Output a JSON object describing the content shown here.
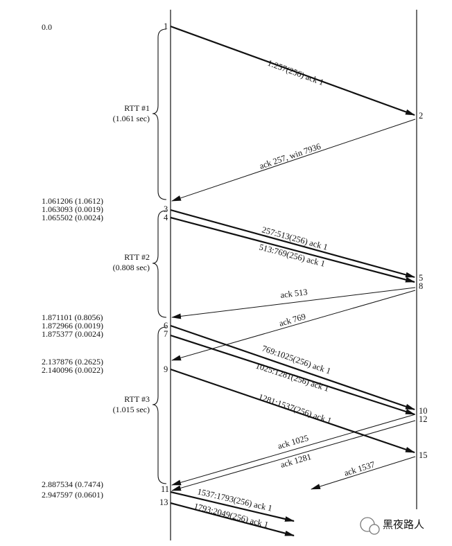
{
  "timestamps": [
    {
      "id": "t0",
      "text": "0.0"
    },
    {
      "id": "t1",
      "text": "1.061206 (1.0612)"
    },
    {
      "id": "t2",
      "text": "1.063093 (0.0019)"
    },
    {
      "id": "t3",
      "text": "1.065502 (0.0024)"
    },
    {
      "id": "t4",
      "text": "1.871101 (0.8056)"
    },
    {
      "id": "t5",
      "text": "1.872966 (0.0019)"
    },
    {
      "id": "t6",
      "text": "1.875377 (0.0024)"
    },
    {
      "id": "t7",
      "text": "2.137876 (0.2625)"
    },
    {
      "id": "t8",
      "text": "2.140096 (0.0022)"
    },
    {
      "id": "t9",
      "text": "2.887534 (0.7474)"
    },
    {
      "id": "t10",
      "text": "2.947597 (0.0601)"
    }
  ],
  "rtt_groups": [
    {
      "id": "rtt1",
      "label": "RTT #1",
      "duration": "(1.061 sec)"
    },
    {
      "id": "rtt2",
      "label": "RTT #2",
      "duration": "(0.808 sec)"
    },
    {
      "id": "rtt3",
      "label": "RTT #3",
      "duration": "(1.015 sec)"
    }
  ],
  "segment_numbers": [
    "1",
    "2",
    "3",
    "4",
    "5",
    "6",
    "7",
    "8",
    "9",
    "10",
    "11",
    "12",
    "13",
    "15"
  ],
  "messages": [
    {
      "id": "m1",
      "label": "1:257(256) ack 1",
      "direction": "sender-to-receiver"
    },
    {
      "id": "m2",
      "label": "ack 257, win 7936",
      "direction": "receiver-to-sender"
    },
    {
      "id": "m3",
      "label": "257:513(256) ack 1",
      "direction": "sender-to-receiver"
    },
    {
      "id": "m4",
      "label": "513:769(256) ack 1",
      "direction": "sender-to-receiver"
    },
    {
      "id": "m5",
      "label": "ack 513",
      "direction": "receiver-to-sender"
    },
    {
      "id": "m6",
      "label": "ack 769",
      "direction": "receiver-to-sender"
    },
    {
      "id": "m7",
      "label": "769:1025(256) ack 1",
      "direction": "sender-to-receiver"
    },
    {
      "id": "m8",
      "label": "1025:1281(256) ack 1",
      "direction": "sender-to-receiver"
    },
    {
      "id": "m9",
      "label": "1281:1537(256) ack 1",
      "direction": "sender-to-receiver"
    },
    {
      "id": "m10",
      "label": "ack 1025",
      "direction": "receiver-to-sender"
    },
    {
      "id": "m11",
      "label": "ack 1281",
      "direction": "receiver-to-sender"
    },
    {
      "id": "m12",
      "label": "ack 1537",
      "direction": "receiver-to-sender"
    },
    {
      "id": "m13",
      "label": "1537:1793(256) ack 1",
      "direction": "sender-to-receiver"
    },
    {
      "id": "m14",
      "label": "1793:2049(256) ack 1",
      "direction": "sender-to-receiver"
    }
  ],
  "watermark": {
    "text": "黑夜路人"
  },
  "colors": {
    "ink": "#111111",
    "background": "#ffffff"
  }
}
